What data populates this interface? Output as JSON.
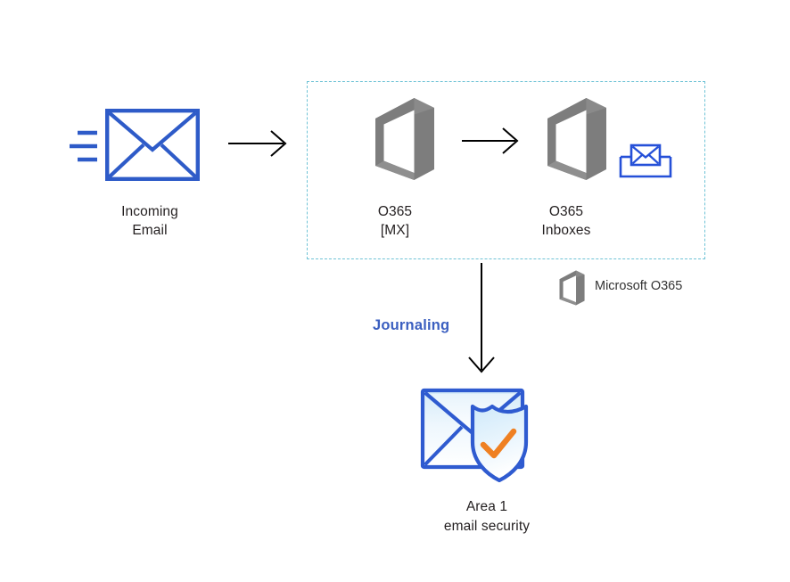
{
  "diagram": {
    "title_visible": false,
    "background_color": "#ffffff",
    "nodes": [
      {
        "id": "incoming-email",
        "label": "Incoming\nEmail",
        "icon": "envelope-icon",
        "icon_color": "#3a5fc8"
      },
      {
        "id": "o365-mx",
        "label": "O365\n[MX]",
        "icon": "office365-cube-icon",
        "icon_color": "#808080"
      },
      {
        "id": "o365-inboxes",
        "label": "O365\nInboxes",
        "icon": "office365-cube-icon",
        "icon_color": "#808080"
      },
      {
        "id": "area1-email-security",
        "label": "Area 1\nemail security",
        "icon": "envelope-shield-check-icon",
        "icon_color": "#2f5bd0",
        "accent_color": "#ef8022"
      }
    ],
    "connectors": [
      {
        "id": "arrow-incoming-to-mx",
        "direction": "right",
        "label": ""
      },
      {
        "id": "arrow-mx-to-inboxes",
        "direction": "right",
        "label": ""
      },
      {
        "id": "arrow-inboxes-to-area1",
        "direction": "down",
        "label": "Journaling",
        "label_color": "#3b5fc0"
      }
    ],
    "region": {
      "id": "o365-boundary",
      "style": "dashed",
      "color": "#6fc3d6"
    },
    "legend": {
      "icon": "office365-cube-icon",
      "label": "Microsoft O365",
      "color": "#808080"
    },
    "colors": {
      "envelope_blue": "#3a5fc8",
      "cube_gray": "#808080",
      "dashed_teal": "#6fc3d6",
      "arrow_black": "#000000",
      "journaling_blue": "#3b5fc0",
      "shield_check_orange": "#ef8022",
      "text_dark": "#231f20"
    }
  }
}
